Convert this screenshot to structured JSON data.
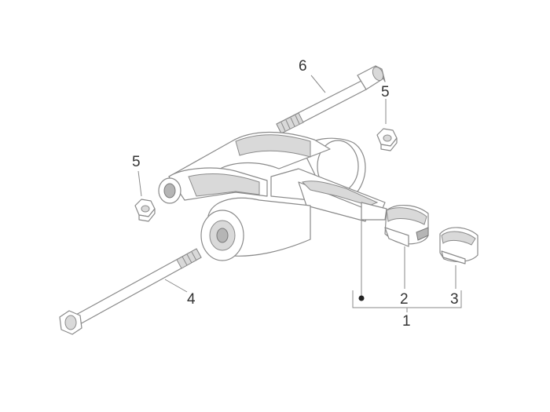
{
  "callouts": {
    "c1": "1",
    "c2": "2",
    "c3": "3",
    "c4": "4",
    "c5a": "5",
    "c5b": "5",
    "c6": "6"
  },
  "colors": {
    "line": "#8a8a8a",
    "shade": "#d9d9d9",
    "text": "#333333"
  }
}
